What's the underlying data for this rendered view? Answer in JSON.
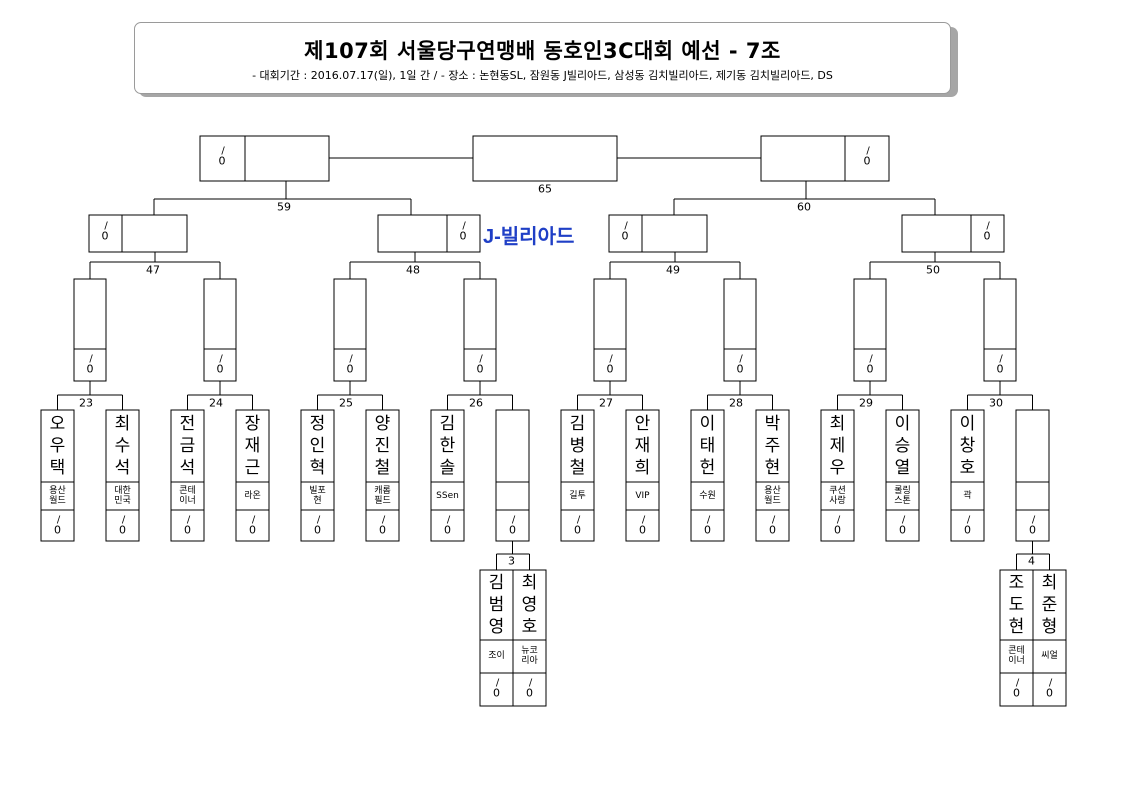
{
  "title": {
    "main": "제107회 서울당구연맹배 동호인3C대회 예선 - 7조",
    "sub": "- 대회기간 : 2016.07.17(일), 1일 간 / - 장소 : 논현동SL, 잠원동 J빌리아드, 삼성동 김치빌리아드, 제기동 김치빌리아드, DS"
  },
  "venue_label": "J-빌리아드",
  "score_placeholder": "0",
  "matches": {
    "final": "65",
    "semi": [
      "59",
      "60"
    ],
    "quarter": [
      "47",
      "48",
      "49",
      "50"
    ],
    "round16": [
      "23",
      "24",
      "25",
      "26",
      "27",
      "28",
      "29",
      "30"
    ],
    "prelim": [
      "3",
      "4"
    ]
  },
  "players": [
    {
      "name": "오우택",
      "club": "용산 월드"
    },
    {
      "name": "최수석",
      "club": "대한 민국"
    },
    {
      "name": "전금석",
      "club": "콘테 이너"
    },
    {
      "name": "장재근",
      "club": "라온"
    },
    {
      "name": "정인혁",
      "club": "빌포 현"
    },
    {
      "name": "양진철",
      "club": "캐롬 필드"
    },
    {
      "name": "김한솔",
      "club": "SSen"
    },
    {
      "name": "",
      "club": ""
    },
    {
      "name": "김병철",
      "club": "길투"
    },
    {
      "name": "안재희",
      "club": "VIP"
    },
    {
      "name": "이태헌",
      "club": "수원"
    },
    {
      "name": "박주현",
      "club": "용산 월드"
    },
    {
      "name": "최제우",
      "club": "쿠션 사랑"
    },
    {
      "name": "이승열",
      "club": "롤링 스톤"
    },
    {
      "name": "이창호",
      "club": "곽"
    },
    {
      "name": "",
      "club": ""
    }
  ],
  "prelim_players": [
    {
      "name": "김범영",
      "club": "조이"
    },
    {
      "name": "최영호",
      "club": "뉴코 리아"
    },
    {
      "name": "조도현",
      "club": "콘테 이너"
    },
    {
      "name": "최준형",
      "club": "씨얼"
    }
  ]
}
